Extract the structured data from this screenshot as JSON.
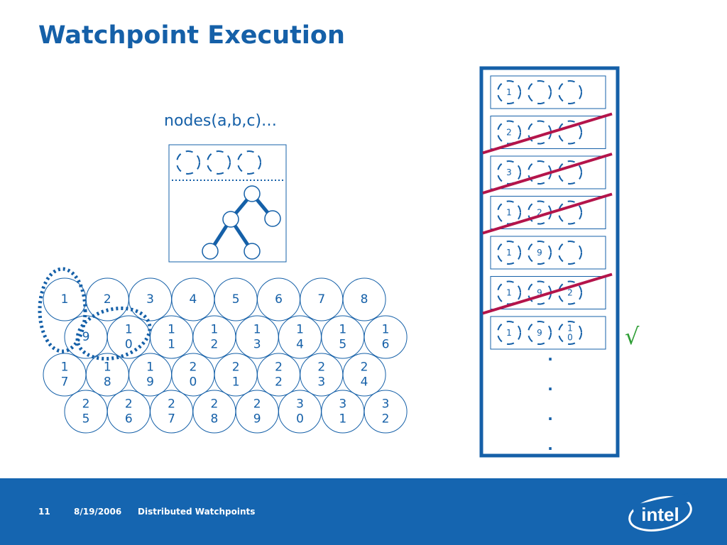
{
  "slide": {
    "title": "Watchpoint Execution",
    "query_label": "nodes(a,b,c)…"
  },
  "grid": {
    "row1": [
      "1",
      "2",
      "3",
      "4",
      "5",
      "6",
      "7",
      "8"
    ],
    "row2": [
      [
        "9"
      ],
      [
        "1",
        "0"
      ],
      [
        "1",
        "1"
      ],
      [
        "1",
        "2"
      ],
      [
        "1",
        "3"
      ],
      [
        "1",
        "4"
      ],
      [
        "1",
        "5"
      ],
      [
        "1",
        "6"
      ]
    ],
    "row3": [
      [
        "1",
        "7"
      ],
      [
        "1",
        "8"
      ],
      [
        "1",
        "9"
      ],
      [
        "2",
        "0"
      ],
      [
        "2",
        "1"
      ],
      [
        "2",
        "2"
      ],
      [
        "2",
        "3"
      ],
      [
        "2",
        "4"
      ]
    ],
    "row4": [
      [
        "2",
        "5"
      ],
      [
        "2",
        "6"
      ],
      [
        "2",
        "7"
      ],
      [
        "2",
        "8"
      ],
      [
        "2",
        "9"
      ],
      [
        "3",
        "0"
      ],
      [
        "3",
        "1"
      ],
      [
        "3",
        "2"
      ]
    ]
  },
  "candidates": [
    {
      "slots": [
        [
          "1"
        ],
        [],
        []
      ],
      "struck": false
    },
    {
      "slots": [
        [
          "2"
        ],
        [],
        []
      ],
      "struck": true
    },
    {
      "slots": [
        [
          "3"
        ],
        [],
        []
      ],
      "struck": true
    },
    {
      "slots": [
        [
          "1"
        ],
        [
          "2"
        ],
        []
      ],
      "struck": true
    },
    {
      "slots": [
        [
          "1"
        ],
        [
          "9"
        ],
        []
      ],
      "struck": false
    },
    {
      "slots": [
        [
          "1"
        ],
        [
          "9"
        ],
        [
          "2"
        ]
      ],
      "struck": true
    },
    {
      "slots": [
        [
          "1"
        ],
        [
          "9"
        ],
        [
          "1",
          "0"
        ]
      ],
      "struck": false
    }
  ],
  "marks": {
    "check": "√",
    "ellipsis": "."
  },
  "colors": {
    "blue": "#1560a8",
    "strike": "#b4144a",
    "check": "#2e9e35",
    "footer": "#1565b0"
  },
  "footer": {
    "page_number": "11",
    "date": "8/19/2006",
    "subject": "Distributed Watchpoints",
    "logo": "intel"
  }
}
